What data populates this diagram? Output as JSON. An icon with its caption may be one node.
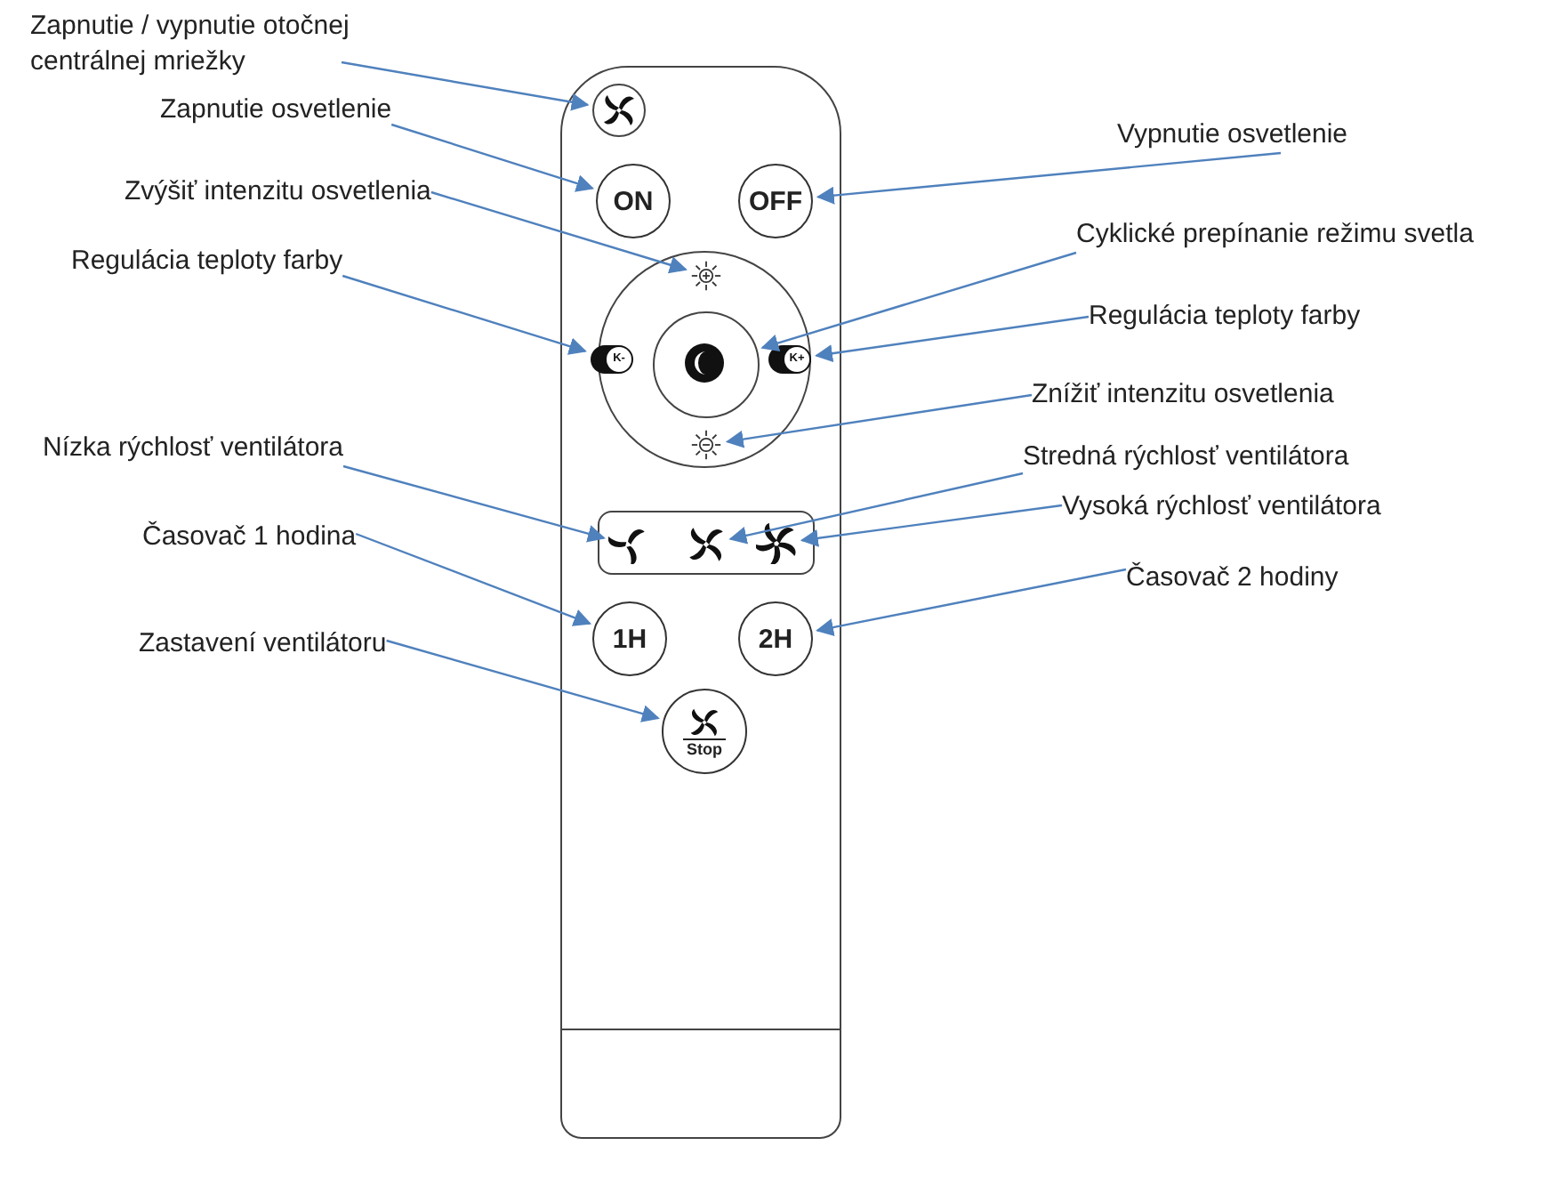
{
  "diagram": {
    "nodes": [
      {
        "text": [],
        "shape": "box"
      },
      {
        "text": [],
        "shape": "circle",
        "in": 0
      },
      {
        "text": [
          "ON"
        ],
        "in": 0
      },
      {
        "text": [
          "OFF"
        ],
        "in": 0
      },
      {
        "text": [],
        "shape": "circle",
        "in": 0
      },
      {
        "text": [],
        "shape": "sun",
        "in": 4
      },
      {
        "text": [
          "K-"
        ],
        "in": 4
      },
      {
        "text": [],
        "shape": "circle",
        "in": 4
      },
      {
        "text": [
          "K+"
        ],
        "in": 4
      },
      {
        "text": [],
        "shape": "sun",
        "in": 4
      },
      {
        "text": [],
        "shape": "box",
        "in": 0
      },
      {
        "text": [],
        "shape": "fan",
        "in": 10
      },
      {
        "text": [],
        "shape": "fan",
        "in": 10
      },
      {
        "text": [],
        "shape": "fan",
        "in": 10
      },
      {
        "text": [
          "1H"
        ],
        "in": 0
      },
      {
        "text": [
          "2H"
        ],
        "in": 0
      },
      {
        "text": [
          "Stop"
        ],
        "in": 0
      },
      {
        "text": [
          "Zapnutie / vypnutie otočnej centrálnej mriežky"
        ]
      },
      {
        "text": [
          "Zapnutie osvetlenie"
        ]
      },
      {
        "text": [
          "Zvýšiť intenzitu osvetlenia"
        ]
      },
      {
        "text": [
          "Regulácia teploty farby"
        ]
      },
      {
        "text": [
          "Nízka rýchlosť ventilátora"
        ]
      },
      {
        "text": [
          "Časovač 1 hodina"
        ]
      },
      {
        "text": [
          "Zastavení ventilátoru"
        ]
      },
      {
        "text": [
          "Vypnutie osvetlenie"
        ]
      },
      {
        "text": [
          "Cyklické prepínanie režimu svetla"
        ]
      },
      {
        "text": [
          "Regulácia teploty farby"
        ]
      },
      {
        "text": [
          "Znížiť intenzitu osvetlenia"
        ]
      },
      {
        "text": [
          "Stredná rýchlosť ventilátora"
        ]
      },
      {
        "text": [
          "Vysoká rýchlosť ventilátora"
        ]
      },
      {
        "text": [
          "Časovač 2 hodiny"
        ]
      }
    ],
    "edges": [
      {
        "from": 17,
        "to": 1,
        "arrow": "to"
      },
      {
        "from": 18,
        "to": 2,
        "arrow": "to"
      },
      {
        "from": 19,
        "to": 5,
        "arrow": "to"
      },
      {
        "from": 20,
        "to": 6,
        "arrow": "to"
      },
      {
        "from": 21,
        "to": 11,
        "arrow": "to"
      },
      {
        "from": 22,
        "to": 14,
        "arrow": "to"
      },
      {
        "from": 23,
        "to": 16,
        "arrow": "to"
      },
      {
        "from": 24,
        "to": 3,
        "arrow": "to"
      },
      {
        "from": 25,
        "to": 7,
        "arrow": "to"
      },
      {
        "from": 26,
        "to": 8,
        "arrow": "to"
      },
      {
        "from": 27,
        "to": 9,
        "arrow": "to"
      },
      {
        "from": 28,
        "to": 12,
        "arrow": "to"
      },
      {
        "from": 29,
        "to": 13,
        "arrow": "to"
      },
      {
        "from": 30,
        "to": 15,
        "arrow": "to"
      }
    ]
  }
}
